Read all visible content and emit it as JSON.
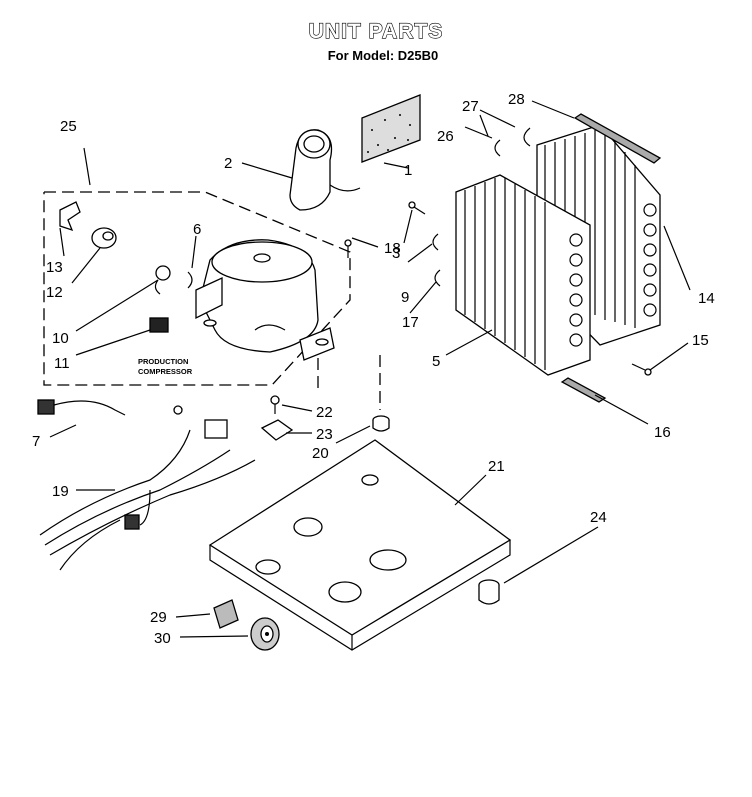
{
  "header": {
    "title": "UNIT PARTS",
    "subtitle": "For Model: D25B0"
  },
  "note": {
    "line1": "PRODUCTION",
    "line2": "COMPRESSOR"
  },
  "callouts": [
    {
      "id": "1",
      "label": "1"
    },
    {
      "id": "2",
      "label": "2"
    },
    {
      "id": "3",
      "label": "3"
    },
    {
      "id": "5",
      "label": "5"
    },
    {
      "id": "6",
      "label": "6"
    },
    {
      "id": "7",
      "label": "7"
    },
    {
      "id": "9",
      "label": "9"
    },
    {
      "id": "10",
      "label": "10"
    },
    {
      "id": "11",
      "label": "11"
    },
    {
      "id": "12",
      "label": "12"
    },
    {
      "id": "13",
      "label": "13"
    },
    {
      "id": "14",
      "label": "14"
    },
    {
      "id": "15",
      "label": "15"
    },
    {
      "id": "16",
      "label": "16"
    },
    {
      "id": "17",
      "label": "17"
    },
    {
      "id": "18",
      "label": "18"
    },
    {
      "id": "19",
      "label": "19"
    },
    {
      "id": "20",
      "label": "20"
    },
    {
      "id": "21",
      "label": "21"
    },
    {
      "id": "22",
      "label": "22"
    },
    {
      "id": "23",
      "label": "23"
    },
    {
      "id": "24",
      "label": "24"
    },
    {
      "id": "25",
      "label": "25"
    },
    {
      "id": "26",
      "label": "26"
    },
    {
      "id": "27",
      "label": "27"
    },
    {
      "id": "28",
      "label": "28"
    },
    {
      "id": "29",
      "label": "29"
    },
    {
      "id": "30",
      "label": "30"
    }
  ]
}
